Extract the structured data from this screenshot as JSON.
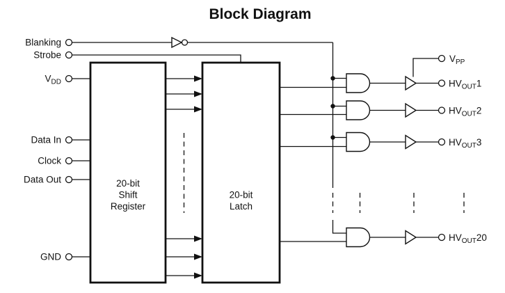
{
  "title": "Block Diagram",
  "colors": {
    "line": "#111111",
    "background": "#ffffff"
  },
  "left_pins": {
    "blanking": "Blanking",
    "strobe": "Strobe",
    "vdd": {
      "prefix": "V",
      "sub": "DD"
    },
    "data_in": "Data In",
    "clock": "Clock",
    "data_out": "Data Out",
    "gnd": "GND"
  },
  "blocks": {
    "shift_register": {
      "line1": "20-bit",
      "line2": "Shift",
      "line3": "Register"
    },
    "latch": {
      "line1": "20-bit",
      "line2": "Latch"
    }
  },
  "right_pins": {
    "vpp": {
      "prefix": "V",
      "sub": "PP"
    },
    "outputs": [
      {
        "prefix": "HV",
        "sub": "OUT",
        "suffix": "1"
      },
      {
        "prefix": "HV",
        "sub": "OUT",
        "suffix": "2"
      },
      {
        "prefix": "HV",
        "sub": "OUT",
        "suffix": "3"
      },
      {
        "prefix": "HV",
        "sub": "OUT",
        "suffix": "20"
      }
    ]
  }
}
